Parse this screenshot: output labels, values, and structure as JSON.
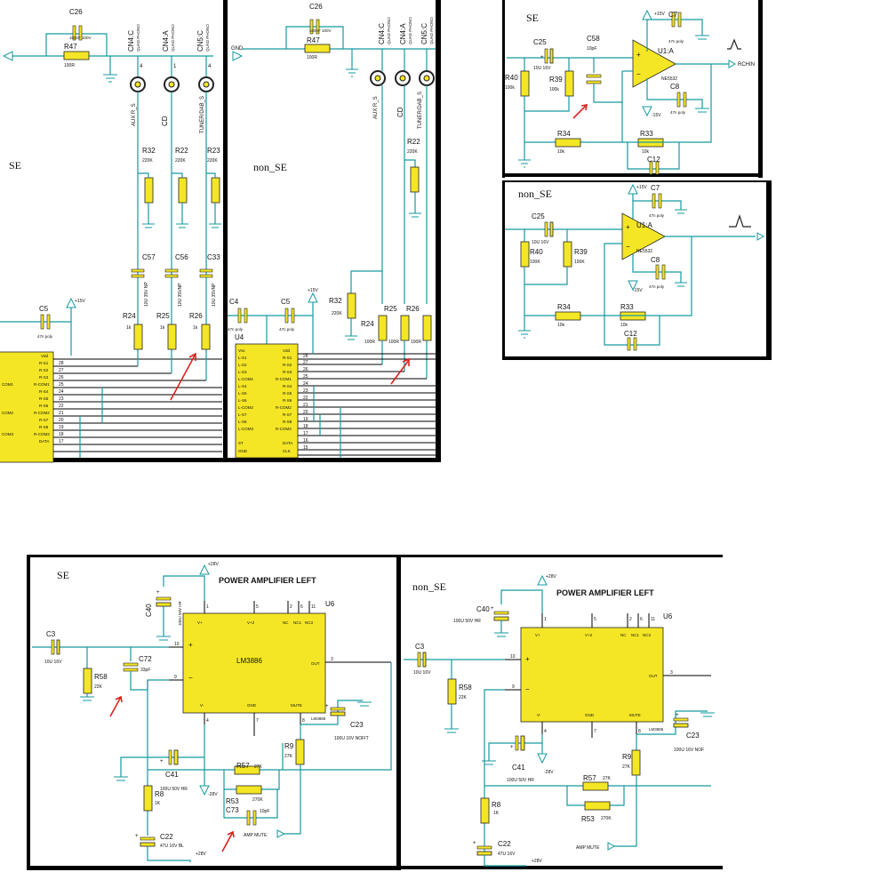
{
  "panels": {
    "top_left_se": {
      "mode_label": "SE"
    },
    "top_mid_non_se": {
      "mode_label": "non_SE"
    },
    "top_right_se": {
      "mode_label": "SE"
    },
    "right_mid_non_se": {
      "mode_label": "non_SE"
    },
    "bottom_left_se": {
      "mode_label": "SE",
      "title": "POWER AMPLIFIER  LEFT"
    },
    "bottom_right_non_se": {
      "mode_label": "non_SE",
      "title": "POWER AMPLIFIER  LEFT"
    }
  },
  "input_selector_se": {
    "c26": {
      "ref": "C26",
      "value": "100nF 100V"
    },
    "r47": {
      "ref": "R47",
      "value": "100R"
    },
    "connectors": [
      {
        "ref": "CN4:C",
        "type": "QUAD PHONO",
        "pin": "4",
        "source": "AUX R_S"
      },
      {
        "ref": "CN4:A",
        "type": "QUAD PHONO",
        "pin": "1",
        "source": "CD"
      },
      {
        "ref": "CN5:C",
        "type": "QUAD PHONO",
        "pin": "4",
        "source": "TUNER/DAB_S"
      }
    ],
    "resistors_220k": [
      {
        "ref": "R32",
        "value": "220K"
      },
      {
        "ref": "R22",
        "value": "220K"
      },
      {
        "ref": "R23",
        "value": "220K"
      }
    ],
    "caps_10u": [
      {
        "ref": "C57",
        "value": "10U 35V NP"
      },
      {
        "ref": "C56",
        "value": "10U 35VNP"
      },
      {
        "ref": "C33",
        "value": "10U 35VNP"
      }
    ],
    "resistors_1k": [
      {
        "ref": "R24",
        "value": "1k"
      },
      {
        "ref": "R25",
        "value": "1k"
      },
      {
        "ref": "R26",
        "value": "1k"
      }
    ],
    "c5": {
      "ref": "C5",
      "value": "47n poly"
    },
    "supply": "+15V",
    "pins_left": [
      "Vdd",
      "R-S1",
      "R-S2",
      "R-S3",
      "R-COM1",
      "R-S4",
      "R-S5",
      "R-S6",
      "R-COM2",
      "R-S7",
      "R-S8",
      "R-COM3",
      "DATA"
    ],
    "pins_left_short": [
      "",
      "R-S1",
      "R-S2",
      "R-S3",
      "COM1",
      "R-S4",
      "R-S5",
      "R-S6",
      "COM2",
      "R-S7",
      "R-S8",
      "COM3",
      ""
    ],
    "pin_numbers": [
      "28",
      "27",
      "26",
      "25",
      "24",
      "23",
      "22",
      "21",
      "20",
      "19",
      "18",
      "17"
    ]
  },
  "input_selector_non_se": {
    "gnd_label": "GND",
    "c26": {
      "ref": "C26",
      "value": "100nF 100V"
    },
    "r47": {
      "ref": "R47",
      "value": "100R"
    },
    "connectors": [
      {
        "ref": "CN4:C",
        "type": "QUAD PHONO",
        "source": "AUX R_S"
      },
      {
        "ref": "CN4:A",
        "type": "QUAD PHONO",
        "source": "CD"
      },
      {
        "ref": "CN5:C",
        "type": "QUAD PHONO",
        "source": "TUNER/DAB_S"
      }
    ],
    "r32": {
      "ref": "R32",
      "value": "220K"
    },
    "r22": {
      "ref": "R22",
      "value": "220K"
    },
    "r24": {
      "ref": "R24",
      "value": "100R"
    },
    "r25": {
      "ref": "R25",
      "value": "100R"
    },
    "r26": {
      "ref": "R26",
      "value": "100R"
    },
    "c4": {
      "ref": "C4",
      "value": "47n poly"
    },
    "c5": {
      "ref": "C5",
      "value": "47n poly"
    },
    "supply": "+15V",
    "u4": "U4",
    "pins_left": [
      "Vss",
      "L-S1",
      "L-S2",
      "L-S3",
      "L-COM1",
      "L-S4",
      "L-S5",
      "L-S6",
      "L-COM2",
      "L-S7",
      "L-S8",
      "L-COM3",
      "ST",
      "GND"
    ],
    "pins_right": [
      "Vdd",
      "R-S1",
      "R-S2",
      "R-S3",
      "R-COM1",
      "R-S4",
      "R-S5",
      "R-S6",
      "R-COM2",
      "R-S7",
      "R-S8",
      "R-COM3",
      "DATA",
      "CLK"
    ],
    "pin_numbers": [
      "28",
      "27",
      "26",
      "25",
      "24",
      "23",
      "22",
      "21",
      "20",
      "19",
      "18",
      "17",
      "16",
      "15"
    ]
  },
  "preamp_se": {
    "c25": {
      "ref": "C25",
      "value": "10U 16V"
    },
    "c58": {
      "ref": "C58",
      "value": "10pF"
    },
    "r40": {
      "ref": "R40",
      "value": "100k"
    },
    "r39": {
      "ref": "R39",
      "value": "100k"
    },
    "r34": {
      "ref": "R34",
      "value": "10k"
    },
    "r33": {
      "ref": "R33",
      "value": "10k"
    },
    "c12": {
      "ref": "C12"
    },
    "c7": {
      "ref": "C7",
      "value": "47n poly"
    },
    "c8": {
      "ref": "C8",
      "value": "47n poly"
    },
    "u1": {
      "ref": "U1:A",
      "part": "NE5532"
    },
    "vpos": "+15V",
    "vneg": "-15V",
    "output": "RCHIN"
  },
  "preamp_non_se": {
    "c25": {
      "ref": "C25",
      "value": "10U 16V"
    },
    "r40": {
      "ref": "R40",
      "value": "100K"
    },
    "r39": {
      "ref": "R39",
      "value": "100K"
    },
    "r34": {
      "ref": "R34",
      "value": "10k"
    },
    "r33": {
      "ref": "R33",
      "value": "10k"
    },
    "c12": {
      "ref": "C12"
    },
    "c7": {
      "ref": "C7",
      "value": "47n poly"
    },
    "c8": {
      "ref": "C8",
      "value": "47n poly"
    },
    "u1": {
      "ref": "U1:A",
      "part": "NE5532"
    },
    "vpos": "+15V",
    "vneg": "-15V"
  },
  "power_amp_se": {
    "supply_pos": "+28V",
    "supply_neg": "-28V",
    "c40": {
      "ref": "C40",
      "value": "100U 50V HR"
    },
    "c3": {
      "ref": "C3",
      "value": "10U 16V"
    },
    "r58": {
      "ref": "R58",
      "value": "22K"
    },
    "c72": {
      "ref": "C72",
      "value": "33pF"
    },
    "chip": {
      "label": "LM3886",
      "ref": "U6",
      "part": "LM3886"
    },
    "pins": {
      "vplus": "V+",
      "vplus2": "V+2",
      "nc": "NC",
      "nc1": "NC1",
      "nc3": "NC3",
      "vminus": "V-",
      "gnd": "GND",
      "mute": "MUTE",
      "out": "OUT"
    },
    "c23": {
      "ref": "C23",
      "value": "100U 16V NOFIT"
    },
    "r9": {
      "ref": "R9",
      "value": "27K"
    },
    "c41": {
      "ref": "C41",
      "value": "100U 50V HR"
    },
    "r57": {
      "ref": "R57",
      "value": "27K"
    },
    "r53": {
      "ref": "R53",
      "value": "270K"
    },
    "c73": {
      "ref": "C73",
      "value": "10pF"
    },
    "r8": {
      "ref": "R8",
      "value": "1K"
    },
    "c22": {
      "ref": "C22",
      "value": "47U 16V BL"
    },
    "amp_mute": "AMP MUTE"
  },
  "power_amp_non_se": {
    "supply_pos": "+28V",
    "supply_neg": "-28V",
    "c40": {
      "ref": "C40",
      "value": "100U 50V HR"
    },
    "c3": {
      "ref": "C3",
      "value": "10U 16V"
    },
    "r58": {
      "ref": "R58",
      "value": "22K"
    },
    "chip": {
      "ref": "U6",
      "part": "LM3886"
    },
    "c23": {
      "ref": "C23",
      "value": "100U 16V NOF"
    },
    "r9": {
      "ref": "R9",
      "value": "27K"
    },
    "c41": {
      "ref": "C41",
      "value": "100U 50V HR"
    },
    "r57": {
      "ref": "R57",
      "value": "27K"
    },
    "r53": {
      "ref": "R53",
      "value": "270K"
    },
    "r8": {
      "ref": "R8",
      "value": "1K"
    },
    "c22": {
      "ref": "C22",
      "value": "47U 16V"
    },
    "amp_mute": "AMP MUTE"
  }
}
